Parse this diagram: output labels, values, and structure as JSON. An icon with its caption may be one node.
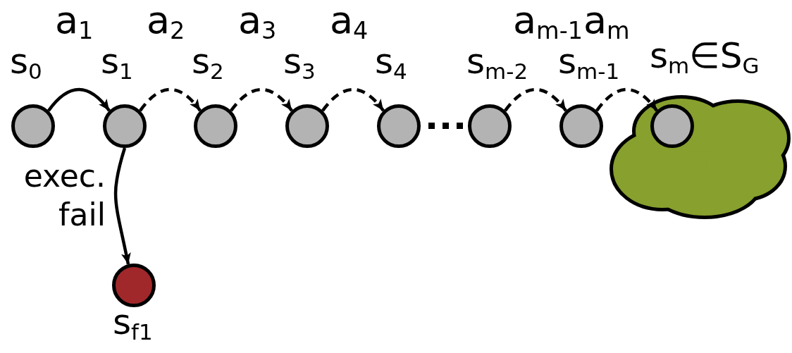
{
  "diagram": {
    "nodes": [
      {
        "text": [],
        "shape": "circle",
        "beside": [
          "s$_{0}$"
        ]
      },
      {
        "text": [],
        "shape": "circle",
        "beside": [
          "s$_{1}$"
        ]
      },
      {
        "text": [],
        "shape": "circle",
        "beside": [
          "s$_{2}$"
        ]
      },
      {
        "text": [],
        "shape": "circle",
        "beside": [
          "s$_{3}$"
        ]
      },
      {
        "text": [],
        "shape": "circle",
        "beside": [
          "s$_{4}$"
        ]
      },
      {
        "text": [],
        "shape": "circle",
        "beside": [
          "s$_{m-2}$"
        ]
      },
      {
        "text": [],
        "shape": "circle",
        "beside": [
          "s$_{m-1}$"
        ]
      },
      {
        "text": [],
        "shape": "cloud"
      },
      {
        "text": [],
        "shape": "circle",
        "in": 7,
        "beside": [
          "s$_{m}$∈S$_{G}$"
        ]
      },
      {
        "text": [],
        "shape": "circle",
        "beside": [
          "s$_{f1}$"
        ]
      }
    ],
    "edges": [
      {
        "from": 0,
        "to": 1,
        "arrow": "to"
      },
      {
        "from": 1,
        "to": 2,
        "arrow": "to",
        "style": "dashed"
      },
      {
        "from": 2,
        "to": 3,
        "arrow": "to",
        "style": "dashed"
      },
      {
        "from": 3,
        "to": 4,
        "arrow": "to",
        "style": "dashed"
      },
      {
        "from": 5,
        "to": 6,
        "arrow": "to",
        "style": "dashed"
      },
      {
        "from": 6,
        "to": 8,
        "arrow": "to",
        "style": "dashed"
      },
      {
        "from": 1,
        "to": 9,
        "arrow": "to",
        "label": "exec. fail"
      }
    ],
    "labels": [
      "a$_{1}$",
      "a$_{2}$",
      "a$_{3}$",
      "a$_{4}$",
      "a$_{m-1}$",
      "a$_{m}$"
    ]
  }
}
